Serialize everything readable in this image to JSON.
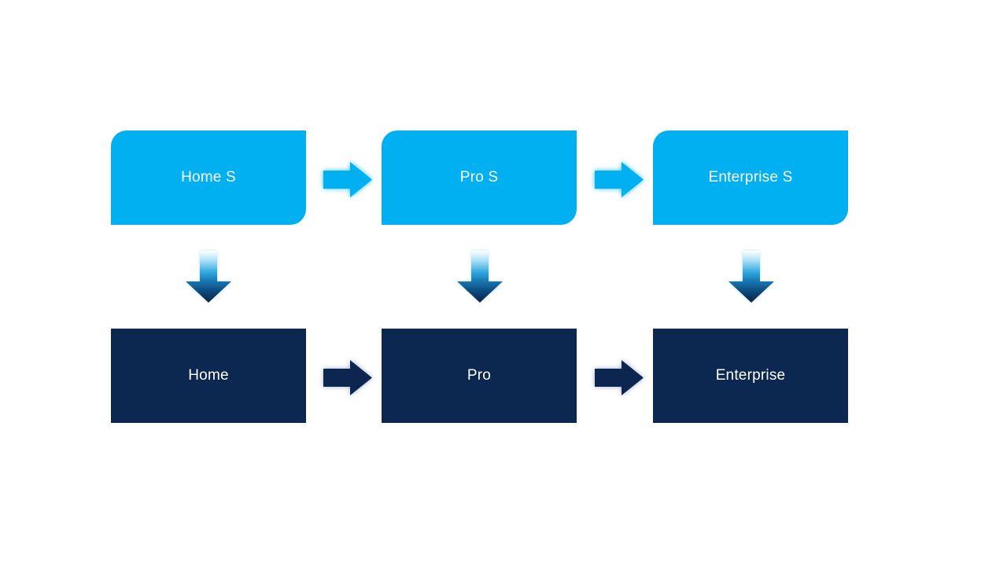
{
  "slide": {
    "background_color": "#ffffff",
    "rows": {
      "top": {
        "shape": "round-diagonal-corner-rectangle",
        "fill_color": "#00B0F0",
        "text_color": "#ffffff",
        "nodes": [
          {
            "label": "Home S"
          },
          {
            "label": "Pro S"
          },
          {
            "label": "Enterprise S"
          }
        ]
      },
      "bottom": {
        "shape": "rectangle",
        "fill_color": "#0C2850",
        "text_color": "#ffffff",
        "nodes": [
          {
            "label": "Home"
          },
          {
            "label": "Pro"
          },
          {
            "label": "Enterprise"
          }
        ]
      }
    },
    "arrows": {
      "top_row_right_arrow_color": "#00B0F0",
      "top_row_right_arrow_glow": "#00B0F0",
      "bottom_row_right_arrow_color": "#0C2850",
      "bottom_row_right_arrow_glow": "#9FB0C9",
      "vertical_arrow_gradient": [
        "#FFFFFF",
        "#AEE2F8",
        "#2FA6DD",
        "#1573AE",
        "#0E4679",
        "#0D2142"
      ]
    }
  }
}
